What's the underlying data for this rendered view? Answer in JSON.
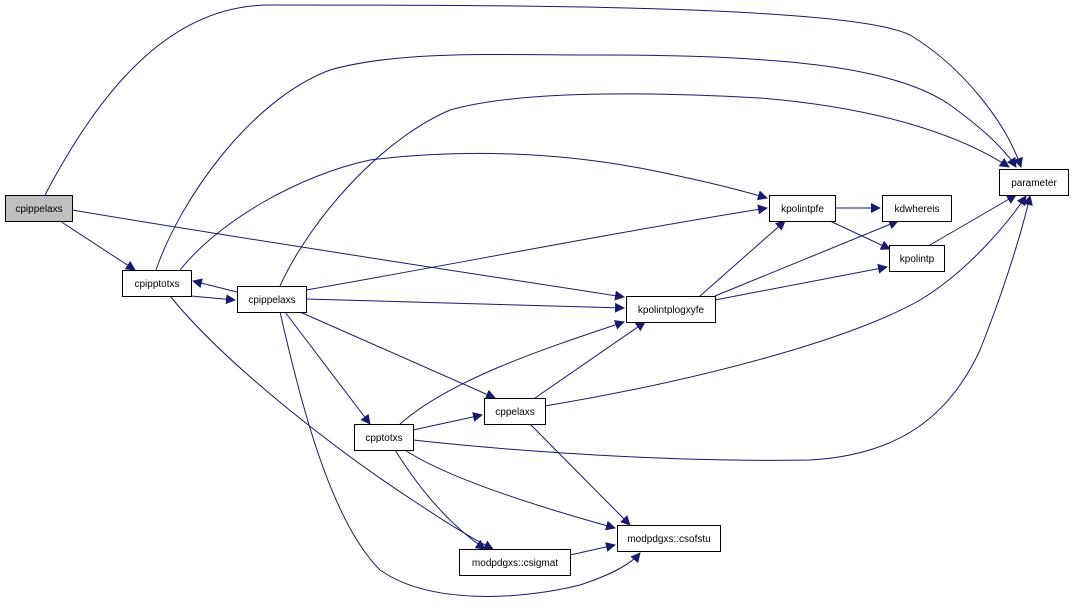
{
  "graph": {
    "nodes": [
      {
        "id": "root",
        "label": "cpippelaxs",
        "highlighted": true
      },
      {
        "id": "cpipptotxs",
        "label": "cpipptotxs"
      },
      {
        "id": "cpippelaxs2",
        "label": "cpippelaxs"
      },
      {
        "id": "kpolintpfe",
        "label": "kpolintpfe"
      },
      {
        "id": "kdwhereis",
        "label": "kdwhereis"
      },
      {
        "id": "parameter",
        "label": "parameter"
      },
      {
        "id": "kpolintp",
        "label": "kpolintp"
      },
      {
        "id": "kpolintplogxyfe",
        "label": "kpolintplogxyfe"
      },
      {
        "id": "cppelaxs",
        "label": "cppelaxs"
      },
      {
        "id": "cpptotxs",
        "label": "cpptotxs"
      },
      {
        "id": "csofstu",
        "label": "modpdgxs::csofstu"
      },
      {
        "id": "csigmat",
        "label": "modpdgxs::csigmat"
      }
    ],
    "edges": [
      {
        "from": "root",
        "to": "parameter"
      },
      {
        "from": "root",
        "to": "cpipptotxs"
      },
      {
        "from": "root",
        "to": "kpolintplogxyfe"
      },
      {
        "from": "cpipptotxs",
        "to": "parameter"
      },
      {
        "from": "cpipptotxs",
        "to": "kpolintpfe"
      },
      {
        "from": "cpipptotxs",
        "to": "cpippelaxs2"
      },
      {
        "from": "cpipptotxs",
        "to": "csigmat"
      },
      {
        "from": "cpippelaxs2",
        "to": "cpipptotxs"
      },
      {
        "from": "cpippelaxs2",
        "to": "parameter"
      },
      {
        "from": "cpippelaxs2",
        "to": "kpolintpfe"
      },
      {
        "from": "cpippelaxs2",
        "to": "kpolintplogxyfe"
      },
      {
        "from": "cpippelaxs2",
        "to": "cppelaxs"
      },
      {
        "from": "cpippelaxs2",
        "to": "cpptotxs"
      },
      {
        "from": "cpippelaxs2",
        "to": "csofstu"
      },
      {
        "from": "kpolintpfe",
        "to": "kdwhereis"
      },
      {
        "from": "kpolintpfe",
        "to": "kpolintp"
      },
      {
        "from": "kpolintp",
        "to": "parameter"
      },
      {
        "from": "kpolintplogxyfe",
        "to": "kpolintpfe"
      },
      {
        "from": "kpolintplogxyfe",
        "to": "kdwhereis"
      },
      {
        "from": "kpolintplogxyfe",
        "to": "kpolintp"
      },
      {
        "from": "cppelaxs",
        "to": "kpolintplogxyfe"
      },
      {
        "from": "cppelaxs",
        "to": "parameter"
      },
      {
        "from": "cppelaxs",
        "to": "csofstu"
      },
      {
        "from": "cpptotxs",
        "to": "kpolintplogxyfe"
      },
      {
        "from": "cpptotxs",
        "to": "cppelaxs"
      },
      {
        "from": "cpptotxs",
        "to": "parameter"
      },
      {
        "from": "cpptotxs",
        "to": "csofstu"
      },
      {
        "from": "cpptotxs",
        "to": "csigmat"
      },
      {
        "from": "csigmat",
        "to": "csofstu"
      }
    ],
    "colors": {
      "edge": "#191970",
      "node_fill": "#ffffff",
      "node_highlight": "#bfbfbf",
      "node_border": "#000000"
    }
  }
}
